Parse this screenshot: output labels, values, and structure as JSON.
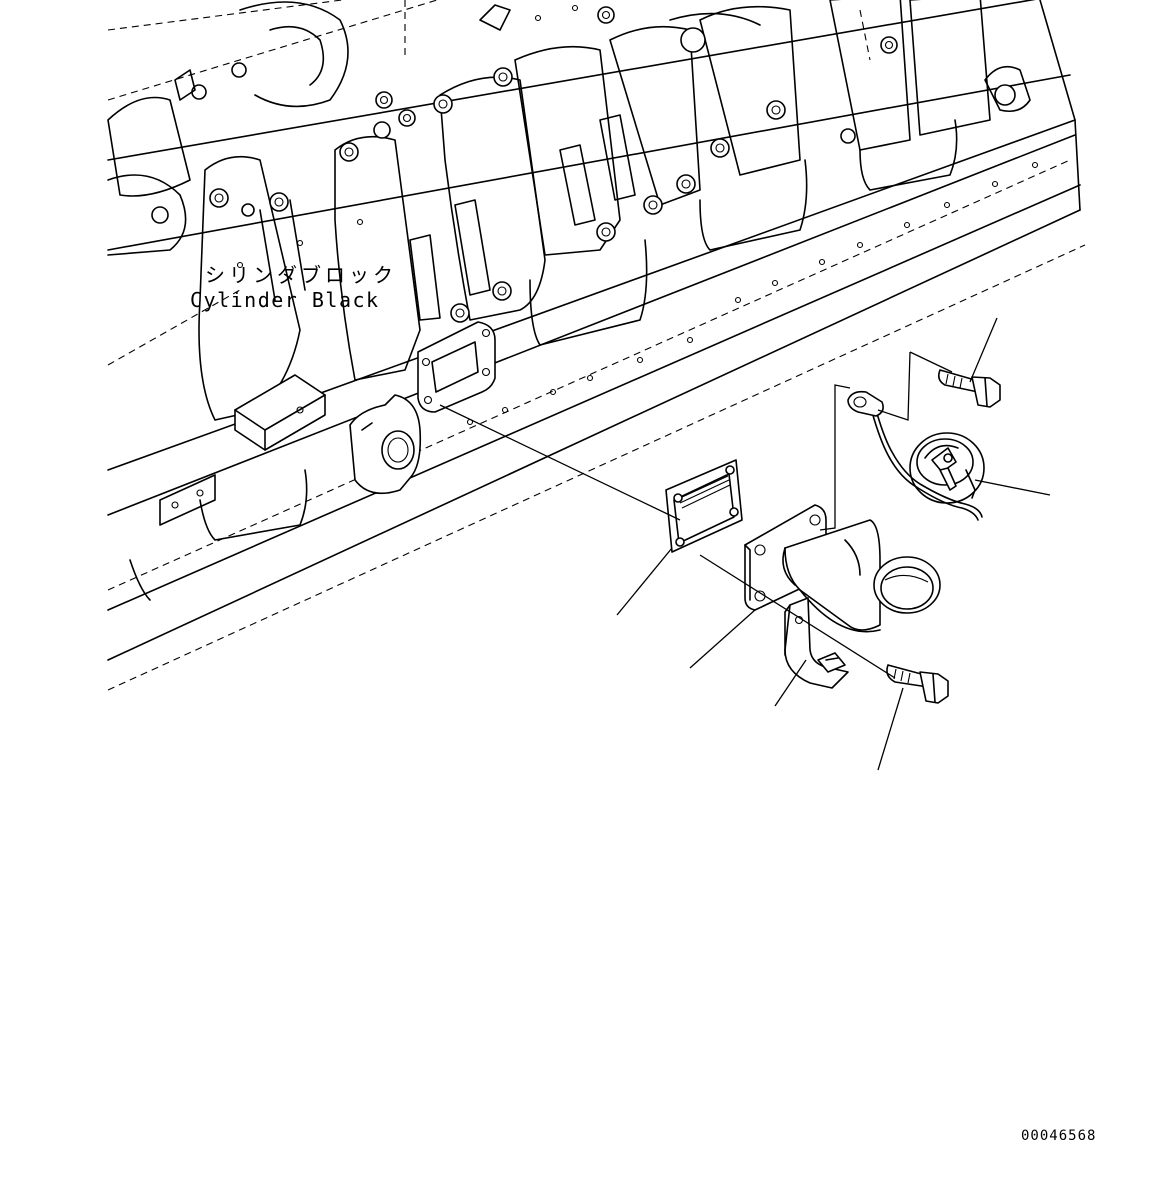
{
  "labels": {
    "block_jp": "シリンダブロック",
    "block_en": "Cylinder Black",
    "drawing_number": "00046568"
  },
  "colors": {
    "line": "#000000",
    "background": "#ffffff"
  }
}
